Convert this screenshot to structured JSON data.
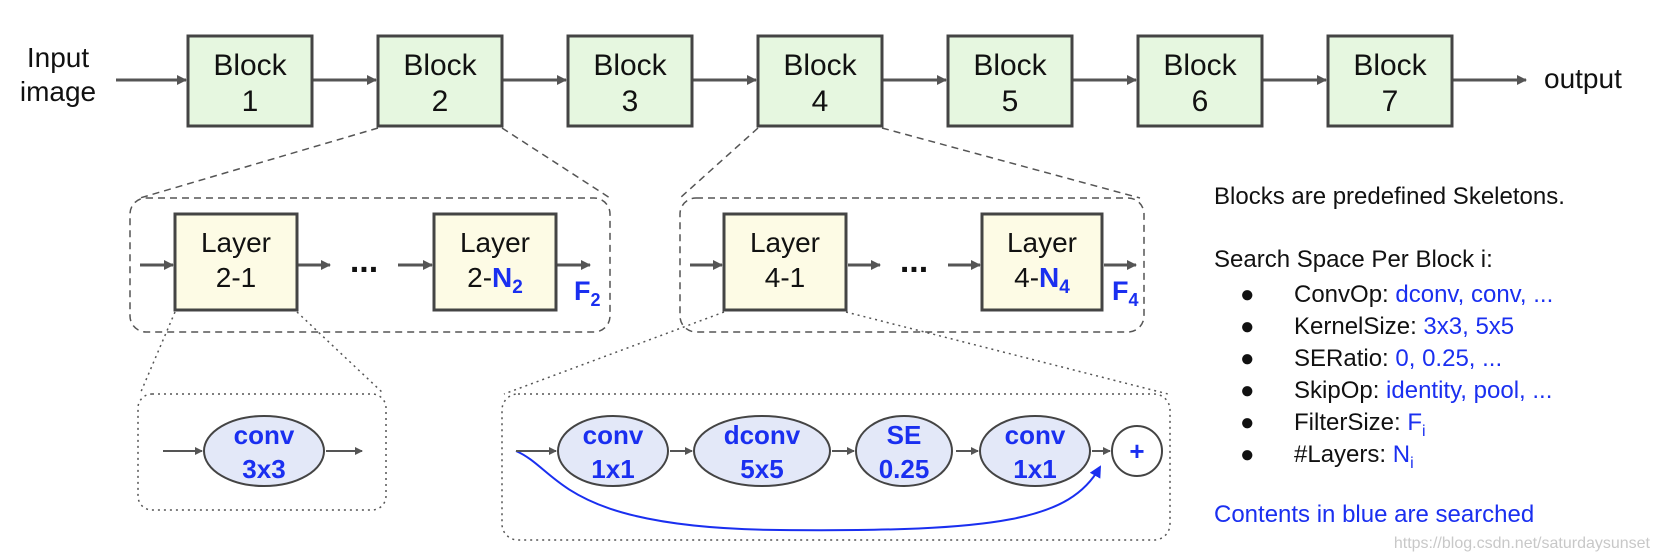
{
  "input_label_line1": "Input",
  "input_label_line2": "image",
  "output_label": "output",
  "block_word": "Block",
  "blocks": [
    "1",
    "2",
    "3",
    "4",
    "5",
    "6",
    "7"
  ],
  "layer_word": "Layer",
  "block2_layers": {
    "first": "2-1",
    "last_prefix": "2-",
    "last_sym": "N",
    "last_sub": "2",
    "filter_sym": "F",
    "filter_sub": "2"
  },
  "block4_layers": {
    "first": "4-1",
    "last_prefix": "4-",
    "last_sym": "N",
    "last_sub": "4",
    "filter_sym": "F",
    "filter_sub": "4"
  },
  "ellipsis": "...",
  "layer2_ops": [
    {
      "line1": "conv",
      "line2": "3x3"
    }
  ],
  "layer4_ops": [
    {
      "line1": "conv",
      "line2": "1x1"
    },
    {
      "line1": "dconv",
      "line2": "5x5"
    },
    {
      "line1": "SE",
      "line2": "0.25"
    },
    {
      "line1": "conv",
      "line2": "1x1"
    }
  ],
  "plus_symbol": "+",
  "side": {
    "line1": "Blocks are predefined Skeletons.",
    "heading": "Search Space Per Block i:",
    "items": [
      {
        "label": "ConvOp: ",
        "value": "dconv, conv, ..."
      },
      {
        "label": "KernelSize: ",
        "value": "3x3, 5x5"
      },
      {
        "label": "SERatio: ",
        "value": "0, 0.25, ..."
      },
      {
        "label": "SkipOp: ",
        "value": "identity, pool, ..."
      },
      {
        "label": "FilterSize: ",
        "value_sym": "F",
        "value_sub": "i"
      },
      {
        "label": "#Layers: ",
        "value_sym": "N",
        "value_sub": "i"
      }
    ],
    "bullet": "●",
    "footer": "Contents in blue are searched"
  },
  "watermark": "https://blog.csdn.net/saturdaysunset",
  "colors": {
    "block_fill": "#e6f7e0",
    "layer_fill": "#fdfbe5",
    "op_fill": "#e3e8f8",
    "stroke": "#444444",
    "blue": "#1a2ff0"
  }
}
